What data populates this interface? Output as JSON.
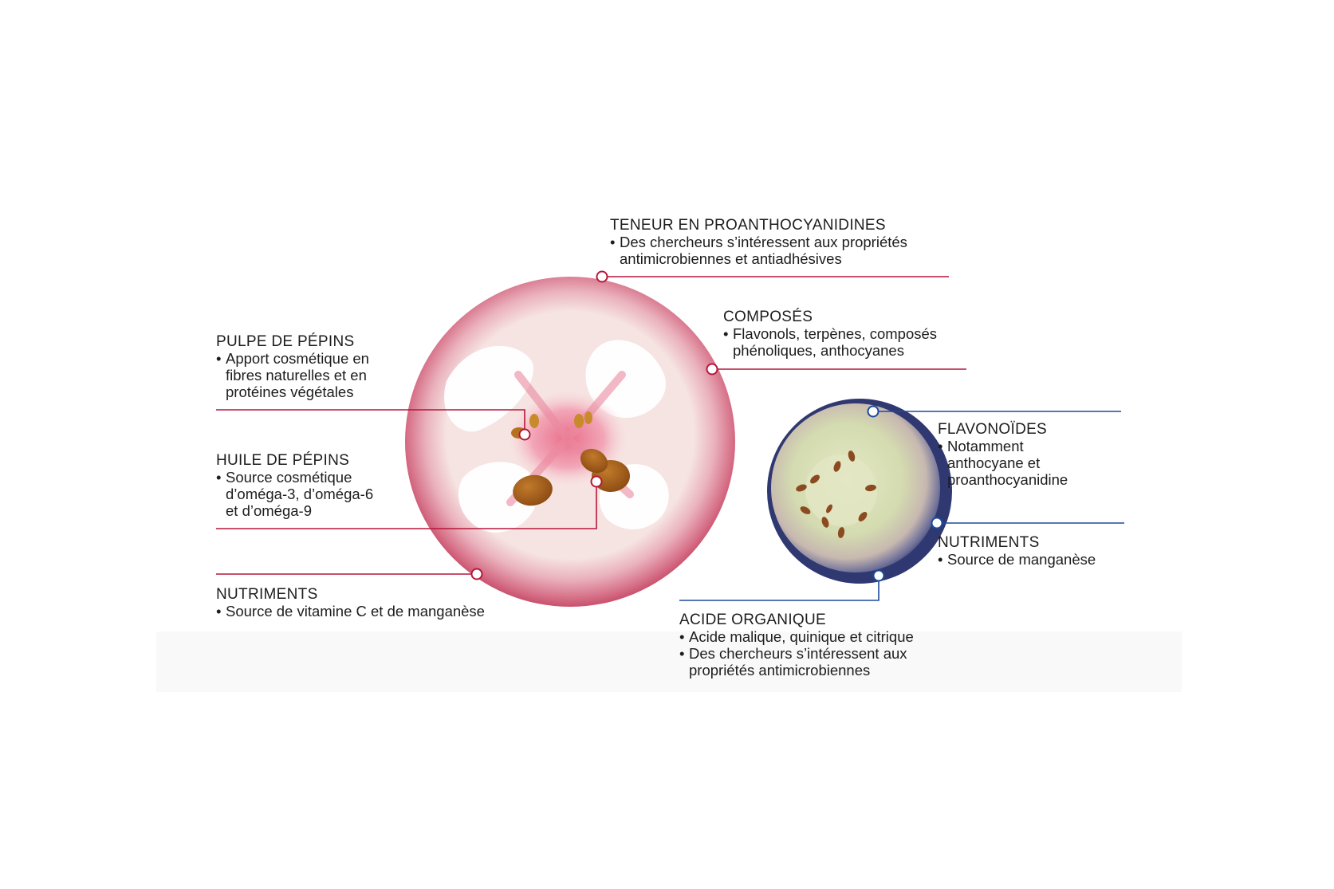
{
  "colors": {
    "cranberry_accent": "#b5173b",
    "blueberry_accent": "#1b4b9c",
    "cranberry_skin": "#d86d87",
    "cranberry_flesh": "#f3dcd8",
    "blueberry_skin": "#2d3770",
    "blueberry_flesh": "#d7dfb6"
  },
  "cranberry": {
    "proanthocyanidins": {
      "title": "TENEUR EN PROANTHOCYANIDINES",
      "bullets": [
        [
          "Des chercheurs s’intéressent aux propriétés",
          "antimicrobiennes et antiadhésives"
        ]
      ]
    },
    "compounds": {
      "title": "COMPOSÉS",
      "bullets": [
        [
          "Flavonols, terpènes, composés",
          "phénoliques, anthocyanes"
        ]
      ]
    },
    "seed_pulp": {
      "title": "PULPE DE PÉPINS",
      "bullets": [
        [
          "Apport cosmétique en",
          "fibres naturelles et en",
          "protéines végétales"
        ]
      ]
    },
    "seed_oil": {
      "title": "HUILE DE PÉPINS",
      "bullets": [
        [
          "Source cosmétique",
          "d’oméga-3, d’oméga-6",
          "et d’oméga-9"
        ]
      ]
    },
    "nutrients": {
      "title": "NUTRIMENTS",
      "bullets": [
        [
          "Source de vitamine C et de manganèse"
        ]
      ]
    }
  },
  "blueberry": {
    "flavonoids": {
      "title": "FLAVONOÏDES",
      "bullets": [
        [
          "Notamment",
          "anthocyane et",
          "proanthocyanidine"
        ]
      ]
    },
    "nutrients": {
      "title": "NUTRIMENTS",
      "bullets": [
        [
          "Source de manganèse"
        ]
      ]
    },
    "organic_acid": {
      "title": "ACIDE ORGANIQUE",
      "bullets": [
        [
          "Acide malique, quinique et citrique"
        ],
        [
          "Des chercheurs s’intéressent aux",
          "propriétés antimicrobiennes"
        ]
      ]
    }
  }
}
